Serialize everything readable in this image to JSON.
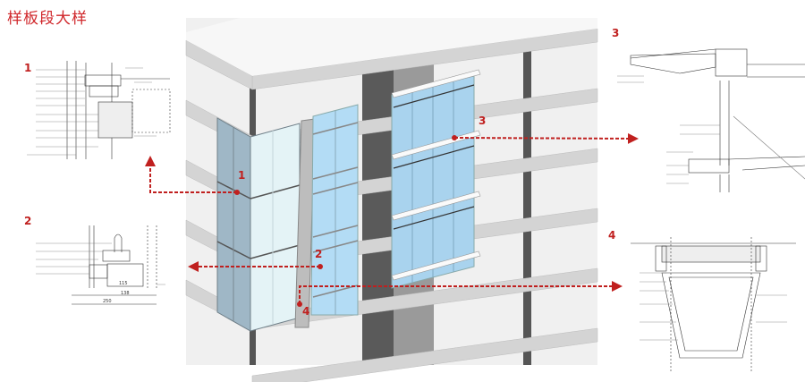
{
  "title": "样板段大样",
  "callouts": [
    "1",
    "2",
    "3",
    "4"
  ],
  "detail_labels": {
    "d1": "1",
    "d2": "2",
    "d3": "3",
    "d4": "4"
  },
  "dimensions": {
    "d2_total": "250",
    "d2_mid": "138",
    "d2_inner": "115"
  },
  "colors": {
    "accent": "#c0201f",
    "glass": "#a9d3ee",
    "slab": "#d9d9d9",
    "column": "#5a5a5a"
  }
}
